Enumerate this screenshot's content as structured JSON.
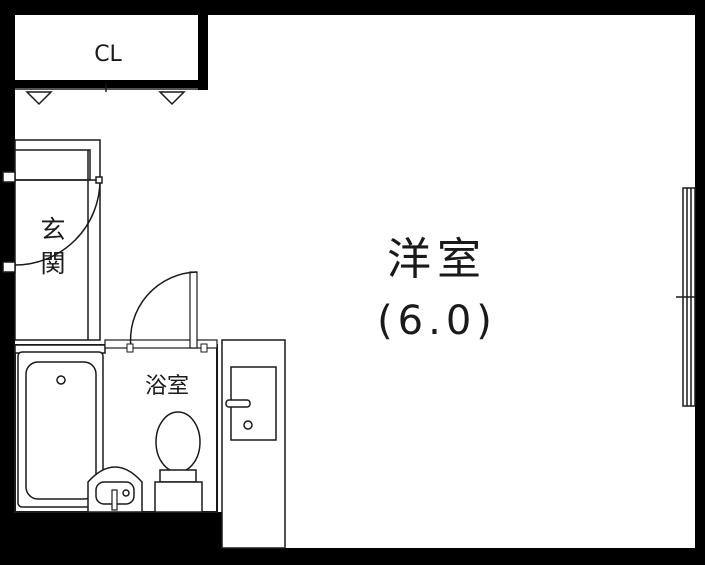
{
  "rooms": {
    "main": {
      "name": "洋室",
      "size": "(6.0)"
    },
    "closet": {
      "name": "CL"
    },
    "entrance": {
      "line1": "玄",
      "line2": "関"
    },
    "bath": {
      "name": "浴室"
    }
  },
  "colors": {
    "wall": "#000000",
    "floor": "#ffffff",
    "line": "#1a1a1a"
  }
}
